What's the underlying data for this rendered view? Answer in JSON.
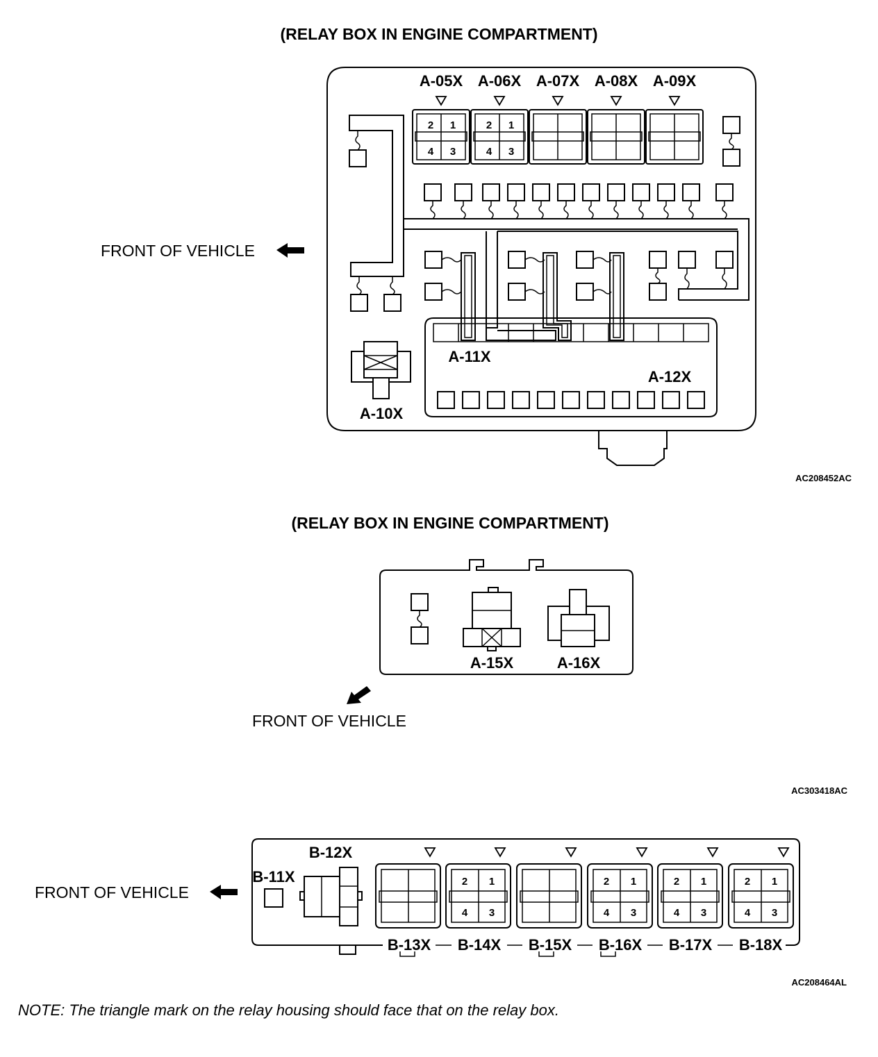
{
  "diagram1": {
    "title": "(RELAY BOX IN ENGINE COMPARTMENT)",
    "front_label": "FRONT OF VEHICLE",
    "figure_code": "AC208452AC",
    "relays_top": [
      "A-05X",
      "A-06X",
      "A-07X",
      "A-08X",
      "A-09X"
    ],
    "pins": [
      "2",
      "1",
      "4",
      "3"
    ],
    "label_a10": "A-10X",
    "label_a11": "A-11X",
    "label_a12": "A-12X"
  },
  "diagram2": {
    "title": "(RELAY BOX IN ENGINE COMPARTMENT)",
    "front_label": "FRONT OF VEHICLE",
    "figure_code": "AC303418AC",
    "label_a15": "A-15X",
    "label_a16": "A-16X"
  },
  "diagram3": {
    "front_label": "FRONT OF VEHICLE",
    "figure_code": "AC208464AL",
    "label_b11": "B-11X",
    "label_b12": "B-12X",
    "relays": [
      "B-13X",
      "B-14X",
      "B-15X",
      "B-16X",
      "B-17X",
      "B-18X"
    ],
    "pins": [
      "2",
      "1",
      "4",
      "3"
    ]
  },
  "note": "NOTE: The triangle mark on the relay housing should face that on the relay box."
}
